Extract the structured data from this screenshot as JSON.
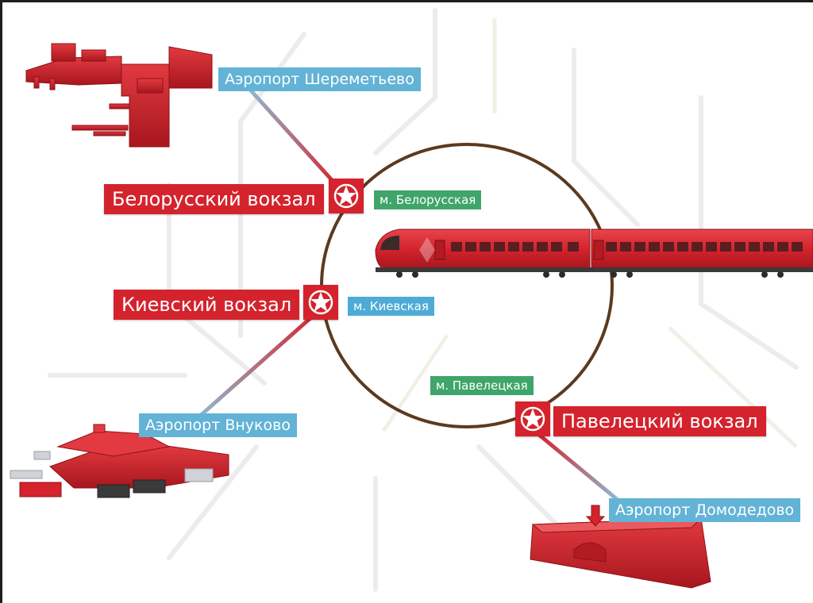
{
  "stations": {
    "belorussky": {
      "name": "Белорусский вокзал",
      "metro": "м. Белорусская"
    },
    "kievsky": {
      "name": "Киевский вокзал",
      "metro": "м. Киевская"
    },
    "paveletsky": {
      "name": "Павелецкий вокзал",
      "metro": "м. Павелецкая"
    }
  },
  "airports": {
    "sheremetyevo": "Аэропорт Шереметьево",
    "vnukovo": "Аэропорт Внуково",
    "domodedovo": "Аэропорт Домодедово"
  },
  "colors": {
    "red": "#d4232d",
    "airport_blue": "#62b3d6",
    "metro_green": "#3fa56a",
    "ring_brown": "#5b3a1f"
  },
  "icons": {
    "station_marker": "aeroexpress-star-icon"
  }
}
